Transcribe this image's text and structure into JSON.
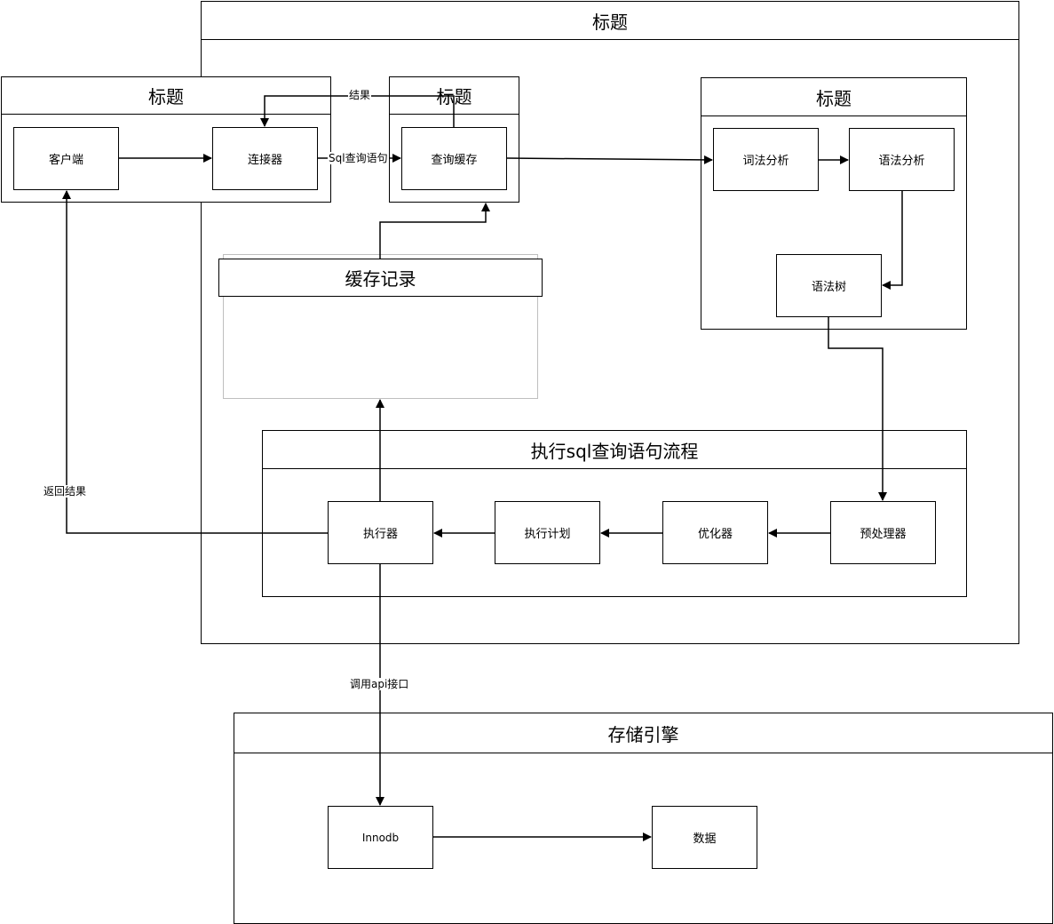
{
  "containers": {
    "server": {
      "title": "标题"
    },
    "client_group": {
      "title": "标题"
    },
    "cache_group": {
      "title": "标题"
    },
    "parser_group": {
      "title": "标题"
    },
    "cache_record": {
      "title": "缓存记录"
    },
    "execution_flow": {
      "title": "执行sql查询语句流程"
    },
    "storage_engine": {
      "title": "存储引擎"
    }
  },
  "nodes": {
    "client": "客户端",
    "connector": "连接器",
    "query_cache": "查询缓存",
    "lexical_analysis": "词法分析",
    "syntax_analysis": "语法分析",
    "syntax_tree": "语法树",
    "preprocessor": "预处理器",
    "optimizer": "优化器",
    "execution_plan": "执行计划",
    "executor": "执行器",
    "innodb": "Innodb",
    "data": "数据"
  },
  "edge_labels": {
    "result": "结果",
    "sql_query": "Sql查询语句",
    "return_result": "返回结果",
    "call_api": "调用api接口"
  }
}
